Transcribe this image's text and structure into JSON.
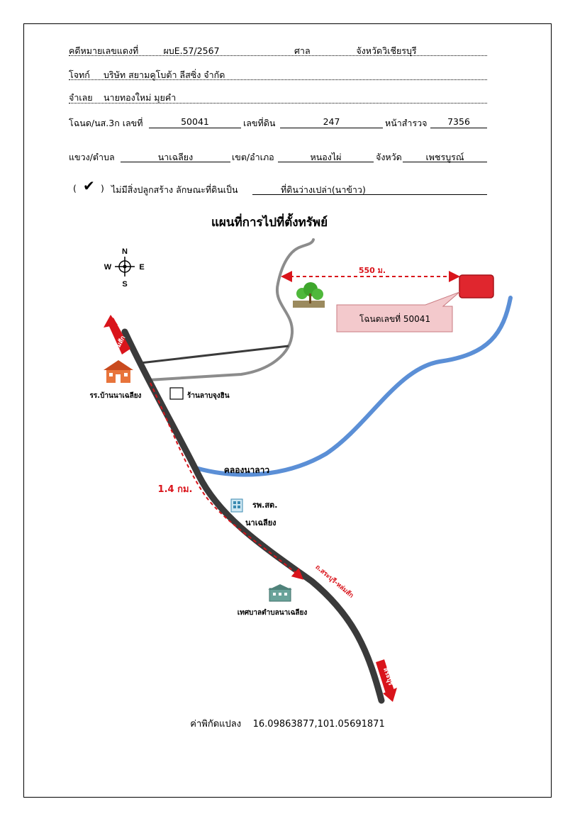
{
  "header": {
    "case_label": "คดีหมายเลขแดงที่",
    "case_value": "ผบE.57/2567",
    "court_label": "ศาล",
    "court_value": "จังหวัดวิเชียรบุรี",
    "plaintiff_label": "โจทก์",
    "plaintiff_value": "บริษัท สยามคูโบต้า ลีสซิ่ง จำกัด",
    "defendant_label": "จำเลย",
    "defendant_value": "นายทองใหม่ มุยคำ",
    "deed_label": "โฉนด/นส.3ก เลขที่",
    "deed_value": "50041",
    "land_no_label": "เลขที่ดิน",
    "land_no_value": "247",
    "survey_label": "หน้าสำรวจ",
    "survey_value": "7356",
    "subdistrict_label": "แขวง/ตำบล",
    "subdistrict_value": "นาเฉลียง",
    "district_label": "เขต/อำเภอ",
    "district_value": "หนองไผ่",
    "province_label": "จังหวัด",
    "province_value": "เพชรบูรณ์",
    "check_mark": "✔",
    "paren_open": "(",
    "paren_close": ")",
    "no_building_label": "ไม่มีสิ่งปลูกสร้าง ลักษณะที่ดินเป็น",
    "land_type_value": "ที่ดินว่างเปล่า(นาข้าว)"
  },
  "map": {
    "title": "แผนที่การไปที่ตั้งทรัพย์",
    "compass": {
      "n": "N",
      "s": "S",
      "e": "E",
      "w": "W"
    },
    "distance_top": "550 ม.",
    "distance_road": "1.4 กม.",
    "deed_callout": "โฉนดเลขที่ 50041",
    "school": "รร.บ้านนาเฉลียง",
    "shop": "ร้านลาบจุงฮิน",
    "canal": "คลองนาลาว",
    "hospital_line1": "รพ.สต.",
    "hospital_line2": "นาเฉลียง",
    "municipality": "เทศบาลตำบลนาเฉลียง",
    "road_label": "ถ.สระบุรี-หล่มสัก",
    "to_north": "หล่มสัก",
    "to_south": "สระบุรี",
    "colors": {
      "road": "#3a3a3a",
      "side_road": "#8c8c8c",
      "canal": "#5b8fd6",
      "route": "#d9141b",
      "plot": "#e0262e",
      "callout": "#f3c9cc"
    }
  },
  "footer": {
    "coord_label": "ค่าพิกัดแปลง",
    "coord_value": "16.09863877,101.05691871"
  }
}
